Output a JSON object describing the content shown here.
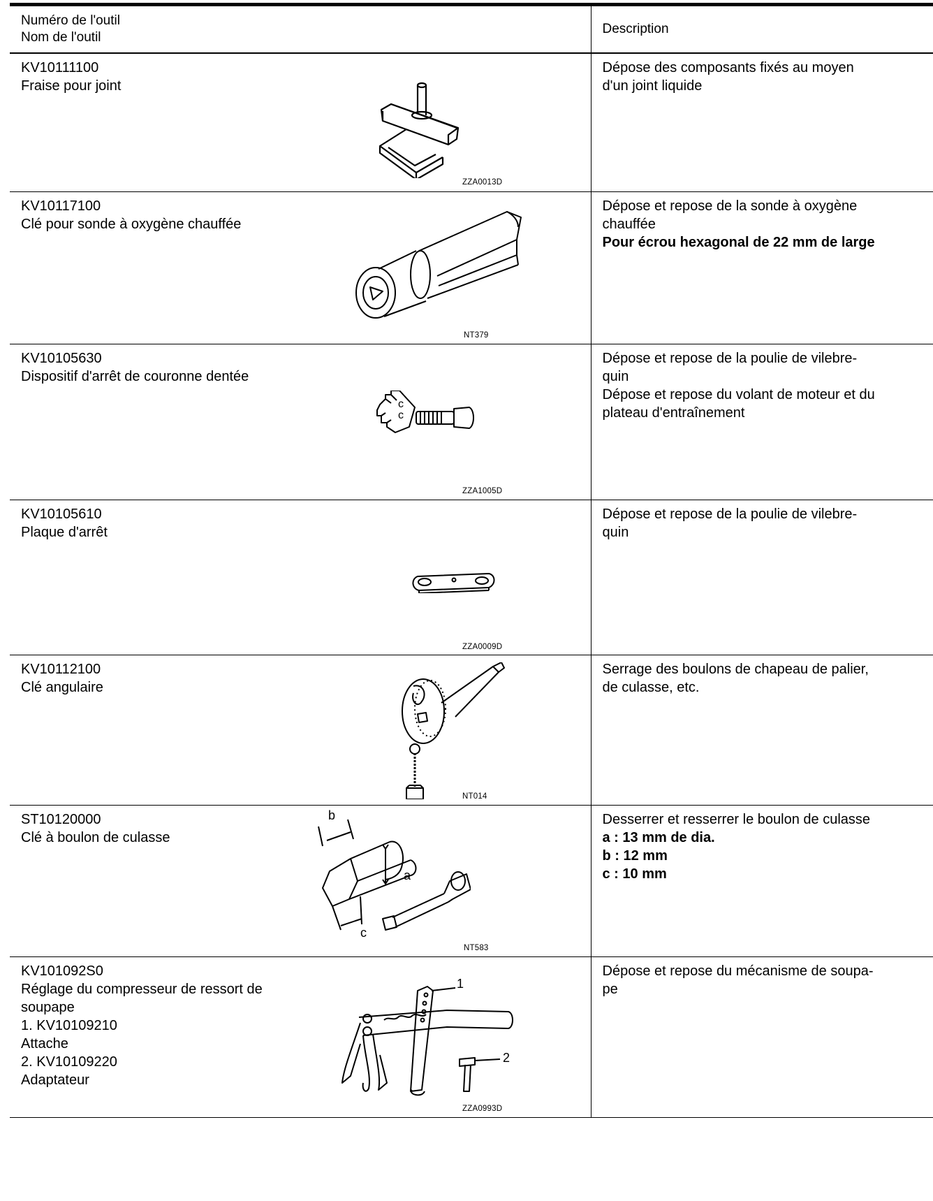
{
  "header": {
    "tool_col_line1": "Numéro de l'outil",
    "tool_col_line2": "Nom de l'outil",
    "desc_col": "Description"
  },
  "rows": [
    {
      "number": "KV10111100",
      "name_lines": [
        "Fraise pour joint"
      ],
      "figure_code": "ZZA0013D",
      "figure_icon": "seal-cutter-icon",
      "description": [
        {
          "text": "Dépose des composants fixés au moyen",
          "bold": false
        },
        {
          "text": "d'un joint liquide",
          "bold": false
        }
      ]
    },
    {
      "number": "KV10117100",
      "name_lines": [
        "Clé pour sonde à oxygène chauffée"
      ],
      "figure_code": "NT379",
      "figure_icon": "oxygen-sensor-wrench-icon",
      "description": [
        {
          "text": "Dépose et repose de la sonde à oxygène",
          "bold": false
        },
        {
          "text": "chauffée",
          "bold": false
        },
        {
          "text": "Pour écrou hexagonal de 22 mm de large",
          "bold": true
        }
      ]
    },
    {
      "number": "KV10105630",
      "name_lines": [
        "Dispositif d'arrêt de couronne dentée"
      ],
      "figure_code": "ZZA1005D",
      "figure_icon": "ring-gear-stopper-icon",
      "description": [
        {
          "text": "Dépose et repose de la poulie de vilebre-",
          "bold": false
        },
        {
          "text": "quin",
          "bold": false
        },
        {
          "text": "Dépose et repose du volant de moteur et du",
          "bold": false
        },
        {
          "text": "plateau d'entraînement",
          "bold": false
        }
      ]
    },
    {
      "number": "KV10105610",
      "name_lines": [
        "Plaque d'arrêt"
      ],
      "figure_code": "ZZA0009D",
      "figure_icon": "stopper-plate-icon",
      "description": [
        {
          "text": "Dépose et repose de la poulie de vilebre-",
          "bold": false
        },
        {
          "text": "quin",
          "bold": false
        }
      ]
    },
    {
      "number": "KV10112100",
      "name_lines": [
        "Clé angulaire"
      ],
      "figure_code": "NT014",
      "figure_icon": "angle-wrench-icon",
      "description": [
        {
          "text": "Serrage des boulons de chapeau de palier,",
          "bold": false
        },
        {
          "text": "de culasse, etc.",
          "bold": false
        }
      ]
    },
    {
      "number": "ST10120000",
      "name_lines": [
        "Clé à boulon de culasse"
      ],
      "figure_code": "NT583",
      "figure_icon": "cylinder-head-bolt-wrench-icon",
      "figure_labels": {
        "a": "a",
        "b": "b",
        "c": "c"
      },
      "description": [
        {
          "text": "Desserrer et resserrer le boulon de culasse",
          "bold": false
        },
        {
          "text": "a : 13 mm de dia.",
          "bold": true
        },
        {
          "text": "b : 12 mm",
          "bold": true
        },
        {
          "text": "c : 10 mm",
          "bold": true
        }
      ]
    },
    {
      "number": "KV101092S0",
      "name_lines": [
        "Réglage du compresseur de ressort de",
        "soupape",
        "1. KV10109210",
        "Attache",
        "2. KV10109220",
        "Adaptateur"
      ],
      "figure_code": "ZZA0993D",
      "figure_icon": "valve-spring-compressor-icon",
      "figure_labels": {
        "one": "1",
        "two": "2"
      },
      "description": [
        {
          "text": "Dépose et repose du mécanisme de soupa-",
          "bold": false
        },
        {
          "text": "pe",
          "bold": false
        }
      ]
    }
  ]
}
